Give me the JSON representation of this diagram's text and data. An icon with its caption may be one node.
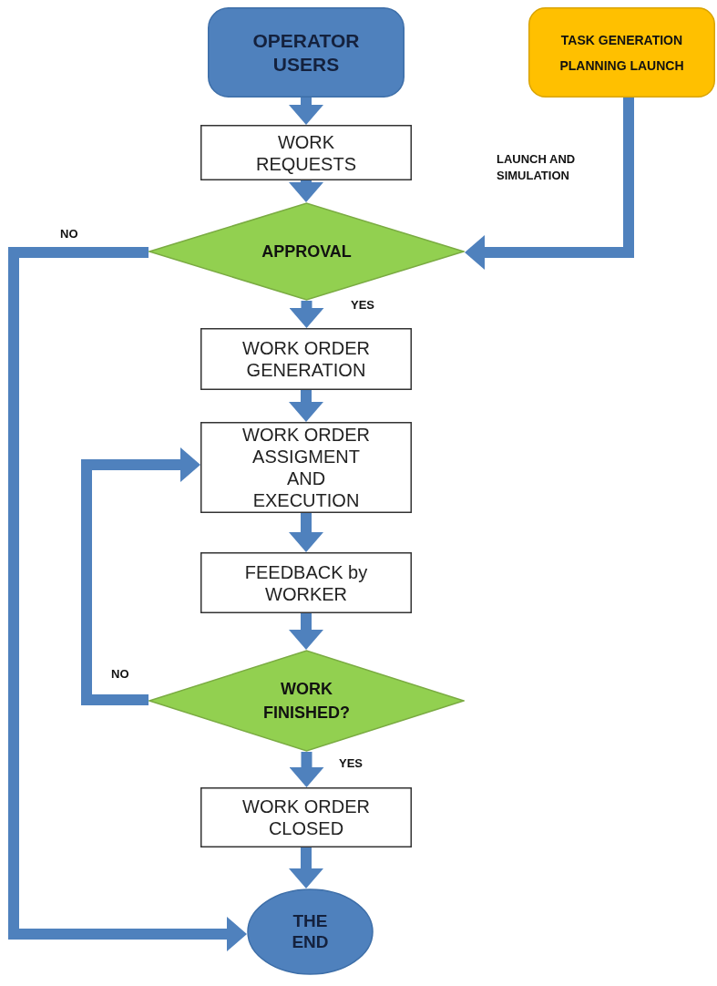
{
  "diagram": {
    "nodes": [
      {
        "text": [
          "OPERATOR USERS"
        ]
      },
      {
        "text": [
          "TASK GENERATION PLANNING LAUNCH"
        ]
      },
      {
        "text": [
          "WORK REQUESTS"
        ]
      },
      {
        "text": [
          "APPROVAL"
        ]
      },
      {
        "text": [
          "WORK ORDER GENERATION"
        ]
      },
      {
        "text": [
          "WORK ORDER ASSIGMENT AND EXECUTION"
        ]
      },
      {
        "text": [
          "FEEDBACK by WORKER"
        ]
      },
      {
        "text": [
          "WORK FINISHED?"
        ]
      },
      {
        "text": [
          "WORK ORDER CLOSED"
        ]
      },
      {
        "text": [
          "THE END"
        ]
      }
    ],
    "edges": [
      {
        "from": 0,
        "to": 2,
        "arrow": "to"
      },
      {
        "from": 2,
        "to": 3,
        "arrow": "to"
      },
      {
        "from": 1,
        "to": 3,
        "arrow": "to",
        "label": "LAUNCH AND SIMULATION"
      },
      {
        "from": 3,
        "to": 4,
        "arrow": "to",
        "label": "YES"
      },
      {
        "from": 3,
        "to": 9,
        "arrow": "to",
        "label": "NO"
      },
      {
        "from": 4,
        "to": 5,
        "arrow": "to"
      },
      {
        "from": 5,
        "to": 6,
        "arrow": "to"
      },
      {
        "from": 6,
        "to": 7,
        "arrow": "to"
      },
      {
        "from": 7,
        "to": 5,
        "arrow": "to",
        "label": "NO"
      },
      {
        "from": 7,
        "to": 8,
        "arrow": "to",
        "label": "YES"
      },
      {
        "from": 8,
        "to": 9,
        "arrow": "to"
      }
    ]
  }
}
